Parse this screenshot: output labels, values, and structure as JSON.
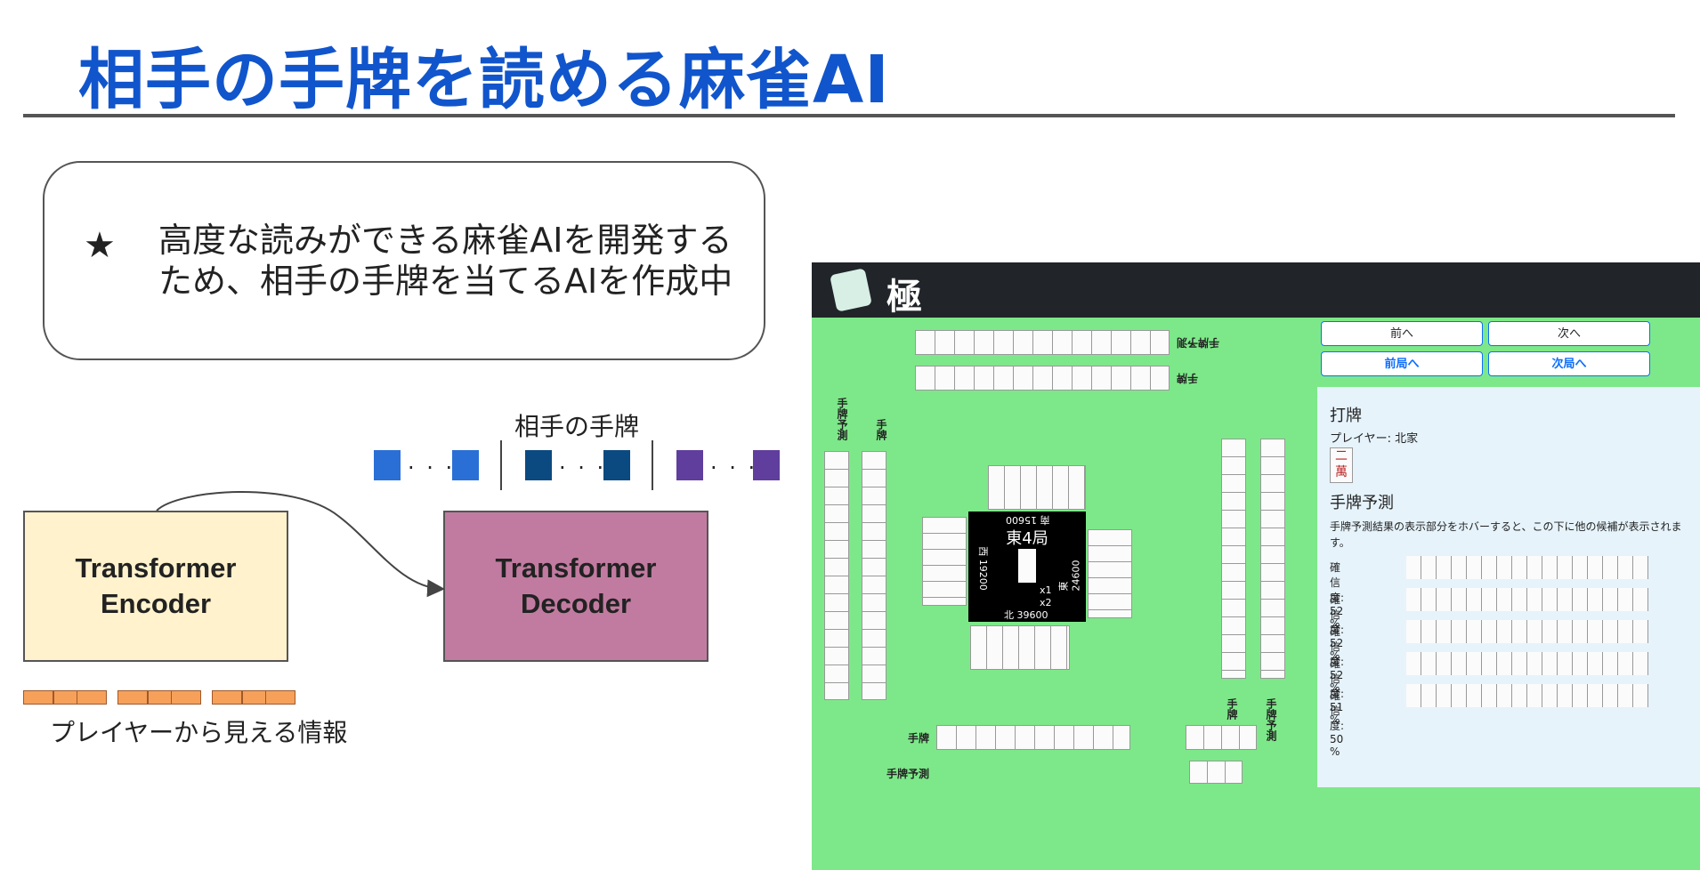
{
  "slide": {
    "title": "相手の手牌を読める麻雀AI",
    "callout_star": "★",
    "callout_line1": "高度な読みができる麻雀AIを開発する",
    "callout_line2": "ため、相手の手牌を当てるAIを作成中",
    "opponent_hand_label": "相手の手牌",
    "dots": "· · ·",
    "encoder_line1": "Transformer",
    "encoder_line2": "Encoder",
    "decoder_line1": "Transformer",
    "decoder_line2": "Decoder",
    "observation_label": "プレイヤーから見える情報",
    "colors": {
      "title": "#1155cc",
      "blue": "#2a6fd6",
      "navy": "#0b4a80",
      "purple": "#5f3e9e",
      "encoder": "#fff2cc",
      "decoder": "#c27ba0",
      "obs": "#f6a05a"
    }
  },
  "app": {
    "logo_icon": "mahjong-tile-icon",
    "logo_text": "極",
    "buttons": {
      "prev": "前へ",
      "next": "次へ",
      "prev_round": "前局へ",
      "next_round": "次局へ"
    },
    "side": {
      "discard_title": "打牌",
      "player": "プレイヤー: 北家",
      "discard_tile": "二萬",
      "pred_title": "手牌予測",
      "pred_desc": "手牌予測結果の表示部分をホバーすると、この下に他の候補が表示されます。",
      "rows": [
        {
          "label": "確信度: 52 %"
        },
        {
          "label": "確信度: 52 %"
        },
        {
          "label": "確信度: 52 %"
        },
        {
          "label": "確信度: 51 %"
        },
        {
          "label": "確信度: 50 %"
        }
      ]
    },
    "board": {
      "top_hand_pred": "手牌予測",
      "top_hand": "手牌",
      "left_hand_pred": "手牌予測",
      "left_hand": "手牌",
      "right_hand": "手牌",
      "right_hand_pred": "手牌予測",
      "bottom_hand": "手牌",
      "bottom_hand_pred": "手牌予測",
      "round": "東4局",
      "south_score": "南 15600",
      "west_score": "西 19200",
      "east_score": "東 24600",
      "north_score": "北 39600",
      "honba": "x1",
      "riichi": "x2"
    }
  }
}
